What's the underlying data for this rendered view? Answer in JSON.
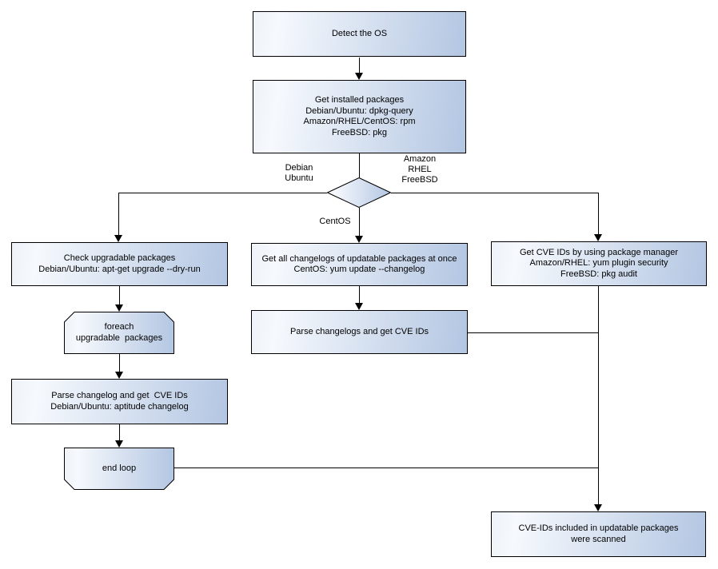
{
  "diagram": {
    "kind": "flowchart",
    "topic": "Scan CVE IDs of updatable packages per OS package manager"
  },
  "colors": {
    "background": "#ffffff",
    "node_border": "#000000",
    "node_gradient_light": "#f6f9fd",
    "node_gradient_dark": "#b3c6e2",
    "connector": "#000000",
    "text": "#000000"
  },
  "nodes": {
    "detect_os": {
      "label": "Detect the OS"
    },
    "get_installed": {
      "label": "Get installed packages\nDebian/Ubuntu: dpkg-query\nAmazon/RHEL/CentOS: rpm\nFreeBSD: pkg"
    },
    "check_upgradable": {
      "label": "Check upgradable packages\nDebian/Ubuntu: apt-get upgrade --dry-run"
    },
    "foreach_loop": {
      "label": "foreach\nupgradable  packages"
    },
    "parse_changelog_debian": {
      "label": "Parse changelog and get  CVE IDs\nDebian/Ubuntu: aptitude changelog"
    },
    "end_loop": {
      "label": "end loop"
    },
    "get_changelogs_centos": {
      "label": "Get all changelogs of updatable packages at once\nCentOS: yum update --changelog"
    },
    "parse_changelogs_cve": {
      "label": "Parse changelogs and get CVE IDs"
    },
    "get_cve_pkg_manager": {
      "label": "Get CVE IDs by using package manager\nAmazon/RHEL: yum plugin security\nFreeBSD: pkg audit"
    },
    "result_scanned": {
      "label": "CVE-IDs included in updatable packages\nwere scanned"
    }
  },
  "edge_labels": {
    "debian_ubuntu": "Debian\nUbuntu",
    "amazon_rhel_freebsd": "Amazon\nRHEL\nFreeBSD",
    "centos": "CentOS"
  }
}
